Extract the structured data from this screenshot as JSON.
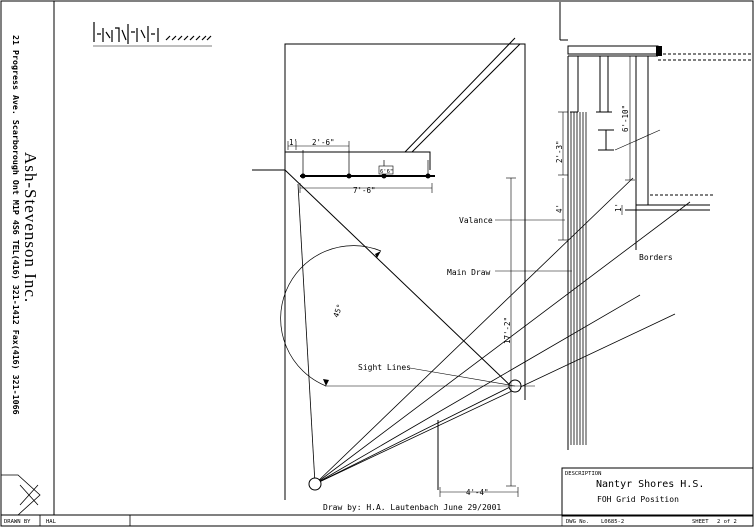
{
  "company": {
    "name": "Ash-Stevenson Inc.",
    "address": "21 Progress Ave. Scarborough Ont M1P 4S6 TEL(416) 321-1412 Fax(416) 321-1066"
  },
  "dimensions": {
    "d1": "1'",
    "d2": "2'-6\"",
    "d3": "7'-6\"",
    "d4": "2'-3\"",
    "d5": "6'-10\"",
    "d6": "4'",
    "d7": "1'",
    "d8": "17'-2\"",
    "d9": "4'-4\"",
    "angle": "45°",
    "box_tag": "6'6\""
  },
  "labels": {
    "valance": "Valance",
    "main_draw": "Main Draw",
    "borders": "Borders",
    "sight_lines": "Sight Lines"
  },
  "credit": "Draw by: H.A. Lautenbach June 29/2001",
  "title_block": {
    "description_label": "DESCRIPTION",
    "line1": "Nantyr Shores H.S.",
    "line2": "FOH Grid Position",
    "drawn_by_label": "DRAWN BY",
    "drawn_by_value": "HAL",
    "dwg_label": "DWG No.",
    "dwg_value": "L0685-2",
    "sheet_label": "SHEET",
    "sheet_value": "2 of 2"
  }
}
